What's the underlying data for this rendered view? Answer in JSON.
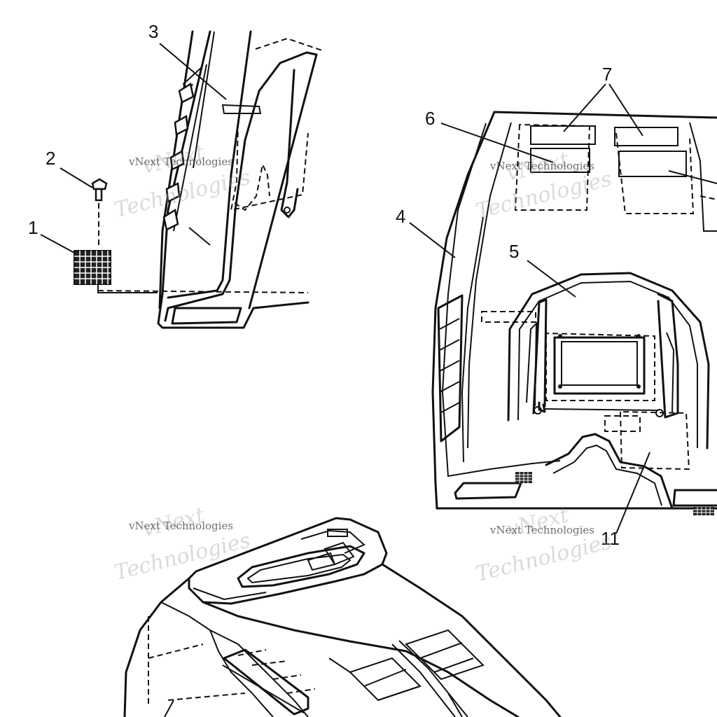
{
  "callouts": [
    {
      "id": "c1",
      "text": "1"
    },
    {
      "id": "c2",
      "text": "2"
    },
    {
      "id": "c3",
      "text": "3"
    },
    {
      "id": "c4",
      "text": "4"
    },
    {
      "id": "c5",
      "text": "5"
    },
    {
      "id": "c6",
      "text": "6"
    },
    {
      "id": "c7",
      "text": "7"
    },
    {
      "id": "c11",
      "text": "11"
    }
  ],
  "watermark": {
    "line1": "vNext Technologies",
    "brand": "vNext",
    "word": "Technologies"
  }
}
